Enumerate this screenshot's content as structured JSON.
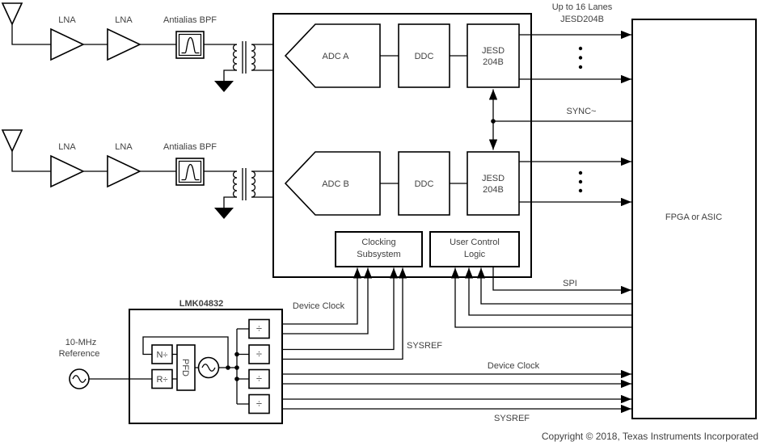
{
  "figure": {
    "chain_a": {
      "lna1": "LNA",
      "lna2": "LNA",
      "bpf": "Antialias BPF",
      "adc": "ADC A",
      "ddc": "DDC",
      "jesd1": "JESD",
      "jesd2": "204B"
    },
    "chain_b": {
      "lna1": "LNA",
      "lna2": "LNA",
      "bpf": "Antialias BPF",
      "adc": "ADC B",
      "ddc": "DDC",
      "jesd1": "JESD",
      "jesd2": "204B"
    },
    "chip": {
      "clocking1": "Clocking",
      "clocking2": "Subsystem",
      "ucl1": "User Control",
      "ucl2": "Logic"
    },
    "fpga": {
      "label": "FPGA or ASIC"
    },
    "lmk": {
      "title": "LMK04832",
      "n_div": "N÷",
      "r_div": "R÷",
      "pfd": "PFD",
      "div1": "÷",
      "div2": "÷",
      "div3": "÷",
      "div4": "÷"
    },
    "ref": {
      "line1": "10-MHz",
      "line2": "Reference"
    },
    "labels": {
      "lanes1": "Up to 16 Lanes",
      "lanes2": "JESD204B",
      "sync": "SYNC~",
      "spi": "SPI",
      "device_clock_chip": "Device Clock",
      "sysref_chip": "SYSREF",
      "device_clock_fpga": "Device Clock",
      "sysref_fpga": "SYSREF",
      "copyright": "Copyright © 2018, Texas Instruments Incorporated"
    },
    "colors": {
      "line": "#000000",
      "text": "#404040",
      "background": "#ffffff"
    }
  }
}
